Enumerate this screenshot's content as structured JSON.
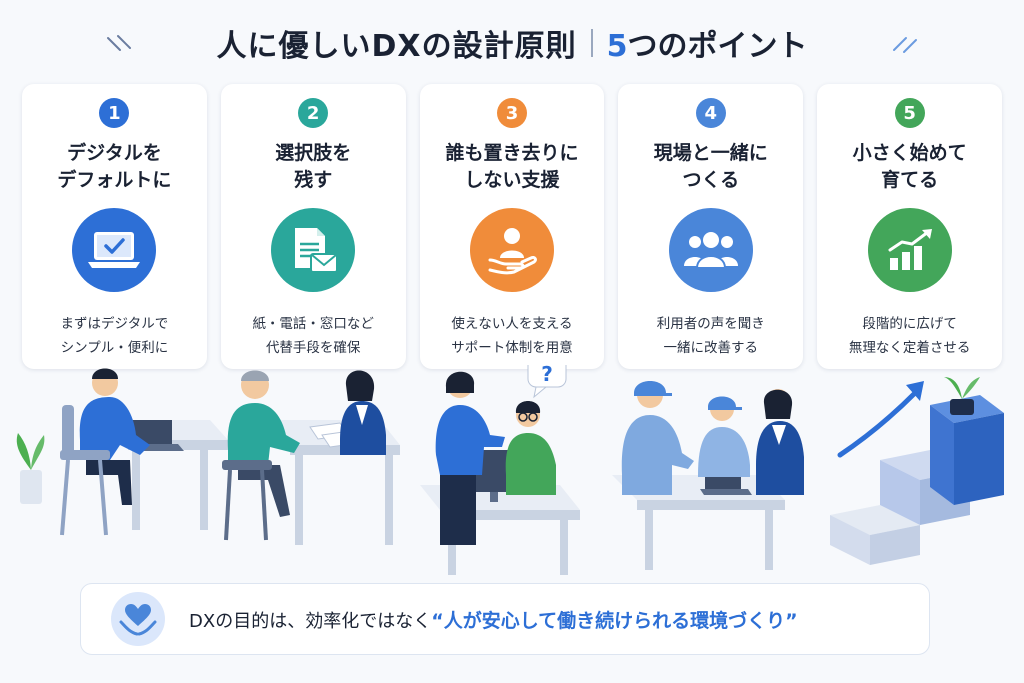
{
  "header": {
    "title": "人に優しいDXの設計原則",
    "subtitle_num": "5",
    "subtitle_rest": "つのポイント"
  },
  "colors": {
    "card1": "#2d6fd6",
    "card2": "#2aa79b",
    "card3": "#f08c3a",
    "card4": "#4a86d9",
    "card5": "#43a65a"
  },
  "cards": [
    {
      "num": "1",
      "title": "デジタルを\nデフォルトに",
      "icon": "laptop-check-icon",
      "desc": "まずはデジタルで\nシンプル・便利に"
    },
    {
      "num": "2",
      "title": "選択肢を\n残す",
      "icon": "document-mail-icon",
      "desc": "紙・電話・窓口など\n代替手段を確保"
    },
    {
      "num": "3",
      "title": "誰も置き去りに\nしない支援",
      "icon": "hand-support-icon",
      "desc": "使えない人を支える\nサポート体制を用意"
    },
    {
      "num": "4",
      "title": "現場と一緒に\nつくる",
      "icon": "group-people-icon",
      "desc": "利用者の声を聞き\n一緒に改善する"
    },
    {
      "num": "5",
      "title": "小さく始めて\n育てる",
      "icon": "growth-chart-icon",
      "desc": "段階的に広げて\n無理なく定着させる"
    }
  ],
  "scene": {
    "question_mark": "?"
  },
  "footer": {
    "text_lead": "DXの目的は、効率化ではなく",
    "text_highlight": "“人が安心して働き続けられる環境づくり”",
    "icon": "heart-hands-icon"
  }
}
